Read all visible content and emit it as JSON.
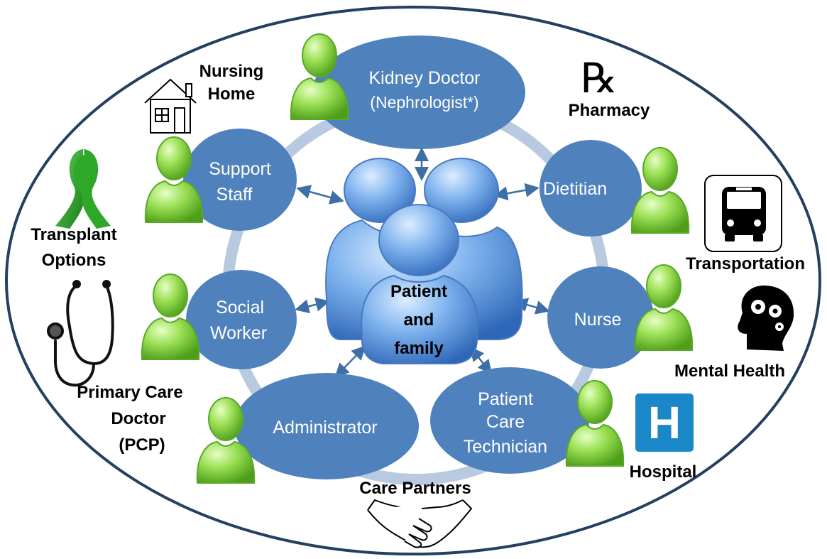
{
  "center": {
    "line1": "Patient",
    "line2": "and",
    "line3": "family"
  },
  "roles": {
    "kidney_doctor": {
      "line1": "Kidney Doctor",
      "line2": "(Nephrologist*)"
    },
    "support_staff": {
      "line1": "Support",
      "line2": "Staff"
    },
    "dietitian": {
      "line1": "Dietitian"
    },
    "social_worker": {
      "line1": "Social",
      "line2": "Worker"
    },
    "nurse": {
      "line1": "Nurse"
    },
    "administrator": {
      "line1": "Administrator"
    },
    "patient_care_technician": {
      "line1": "Patient",
      "line2": "Care",
      "line3": "Technician"
    }
  },
  "resources": {
    "nursing_home": {
      "line1": "Nursing",
      "line2": "Home",
      "icon": "house-icon"
    },
    "pharmacy": {
      "line1": "Pharmacy",
      "icon": "rx-icon"
    },
    "transplant_options": {
      "line1": "Transplant",
      "line2": "Options",
      "icon": "ribbon-icon"
    },
    "transportation": {
      "line1": "Transportation",
      "icon": "bus-icon"
    },
    "primary_care": {
      "line1": "Primary Care",
      "line2": "Doctor",
      "line3": "(PCP)",
      "icon": "stethoscope-icon"
    },
    "mental_health": {
      "line1": "Mental Health",
      "icon": "head-gears-icon"
    },
    "hospital": {
      "line1": "Hospital",
      "icon": "hospital-icon",
      "glyph": "H"
    },
    "care_partners": {
      "line1": "Care Partners",
      "icon": "handshake-icon"
    }
  },
  "rx_glyph": "℞",
  "colors": {
    "role_fill": "#4f81bd",
    "outer_border": "#243f60",
    "ring": "#b9c9e0",
    "person_green": "#8fdc48",
    "arrow": "#3d6ea6",
    "hospital_blue": "#1a87c9"
  }
}
